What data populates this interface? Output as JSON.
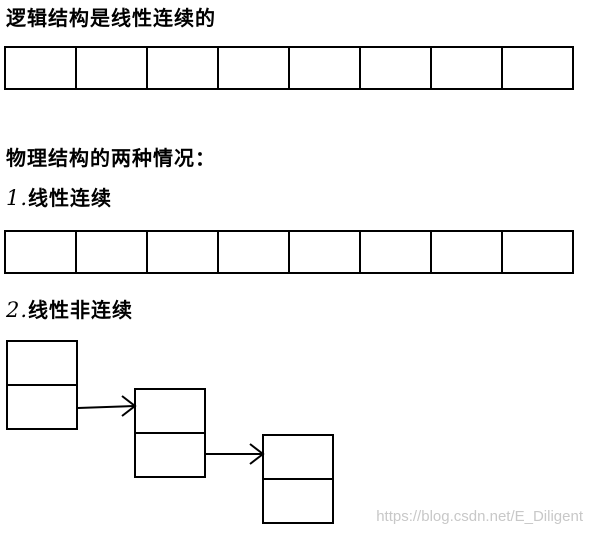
{
  "logical": {
    "heading": "逻辑结构是线性连续的",
    "cell_count": 8
  },
  "physical": {
    "heading": "物理结构的两种情况：",
    "case1": {
      "number": "1.",
      "label": "线性连续",
      "cell_count": 8
    },
    "case2": {
      "number": "2.",
      "label": "线性非连续",
      "node_count": 3
    }
  },
  "watermark": "https://blog.csdn.net/E_Diligent",
  "colors": {
    "line": "#000000",
    "watermark": "#c8c8c8"
  }
}
